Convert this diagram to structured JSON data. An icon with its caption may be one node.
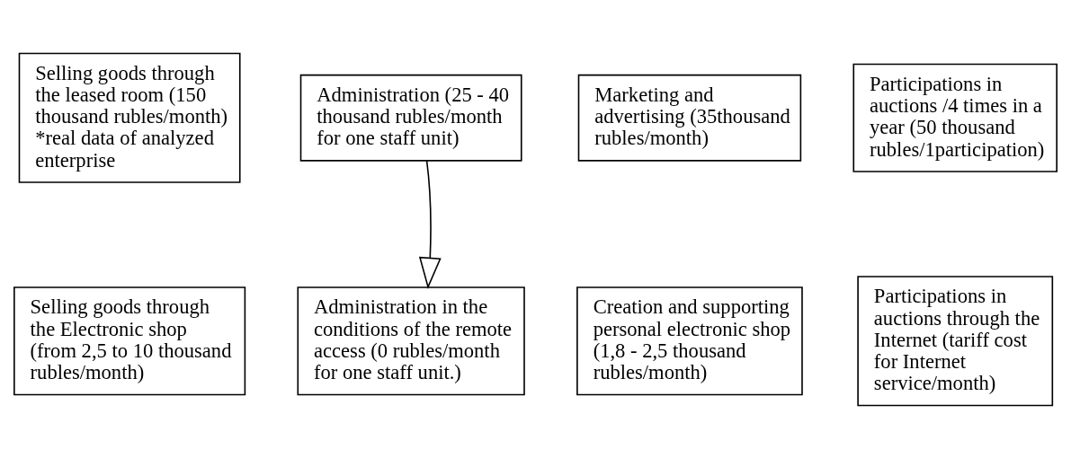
{
  "diagram": {
    "nodes": [
      {
        "text": [
          "Selling goods through the leased room (150 thousand rubles/month)",
          "*real data of analyzed enterprise"
        ]
      },
      {
        "text": [
          "Administration (25 - 40 thousand rubles/month for one staff unit)"
        ]
      },
      {
        "text": [
          "Marketing and advertising (35thousand rubles/month)"
        ]
      },
      {
        "text": [
          "Participations in auctions /4 times in a year (50 thousand rubles/1participation)"
        ]
      },
      {
        "text": [
          "Selling goods through the Electronic shop (from 2,5 to 10 thousand rubles/month)"
        ]
      },
      {
        "text": [
          "Administration in the conditions of the remote access (0 rubles/month for one staff unit.)"
        ]
      },
      {
        "text": [
          "Creation and supporting personal electronic shop (1,8 - 2,5 thousand rubles/month)"
        ]
      },
      {
        "text": [
          "Participations in auctions through the Internet (tariff cost for Internet service/month)"
        ]
      }
    ],
    "edges": [
      {
        "from": 1,
        "to": 5,
        "arrow": "to"
      }
    ]
  }
}
